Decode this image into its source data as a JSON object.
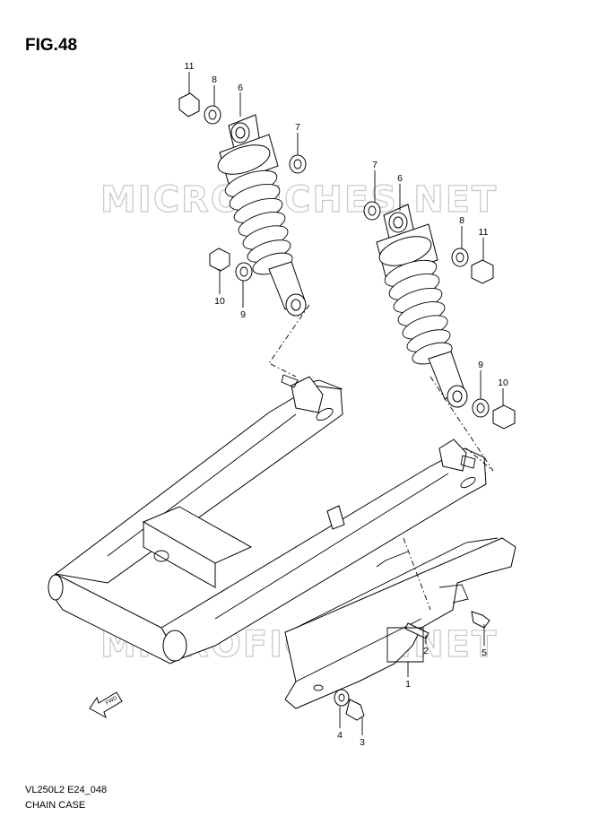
{
  "figure": {
    "title": "FIG.48",
    "code": "VL250L2 E24_048",
    "caption": "CHAIN CASE",
    "watermark": "MICROFICHES.NET",
    "direction_label": "FWD"
  },
  "callouts": {
    "left_shock": [
      "11",
      "8",
      "6",
      "7",
      "10",
      "9"
    ],
    "right_shock": [
      "7",
      "6",
      "8",
      "11",
      "9",
      "10"
    ],
    "chain_case": [
      "1",
      "2",
      "3",
      "4",
      "5"
    ]
  }
}
